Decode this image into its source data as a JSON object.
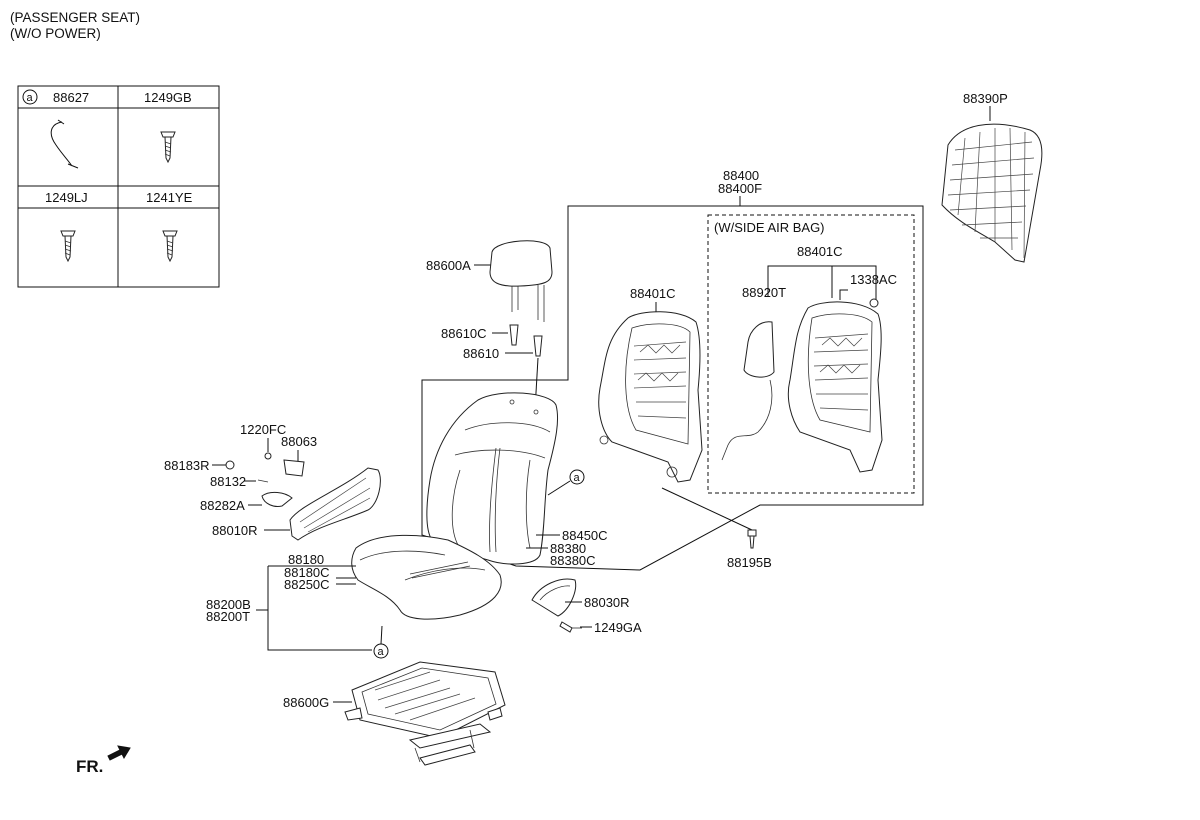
{
  "header": {
    "line1": "(PASSENGER SEAT)",
    "line2": "(W/O POWER)"
  },
  "legend_table": {
    "circle_marker": "a",
    "cells": [
      "88627",
      "1249GB",
      "1249LJ",
      "1241YE"
    ]
  },
  "airbag_box_title": "(W/SIDE AIR BAG)",
  "circle_refs": [
    "a",
    "a"
  ],
  "callouts": {
    "p88390P": "88390P",
    "p88400": "88400",
    "p88400F": "88400F",
    "p88401C_box": "88401C",
    "p1338AC": "1338AC",
    "p88920T": "88920T",
    "p88401C": "88401C",
    "p88600A": "88600A",
    "p88610C": "88610C",
    "p88610": "88610",
    "p1220FC": "1220FC",
    "p88063": "88063",
    "p88183R": "88183R",
    "p88132": "88132",
    "p88282A": "88282A",
    "p88010R": "88010R",
    "p88450C": "88450C",
    "p88380": "88380",
    "p88380C": "88380C",
    "p88195B": "88195B",
    "p88180": "88180",
    "p88180C": "88180C",
    "p88250C": "88250C",
    "p88200B": "88200B",
    "p88200T": "88200T",
    "p88030R": "88030R",
    "p1249GA": "1249GA",
    "p88600G": "88600G"
  },
  "direction_label": "FR."
}
